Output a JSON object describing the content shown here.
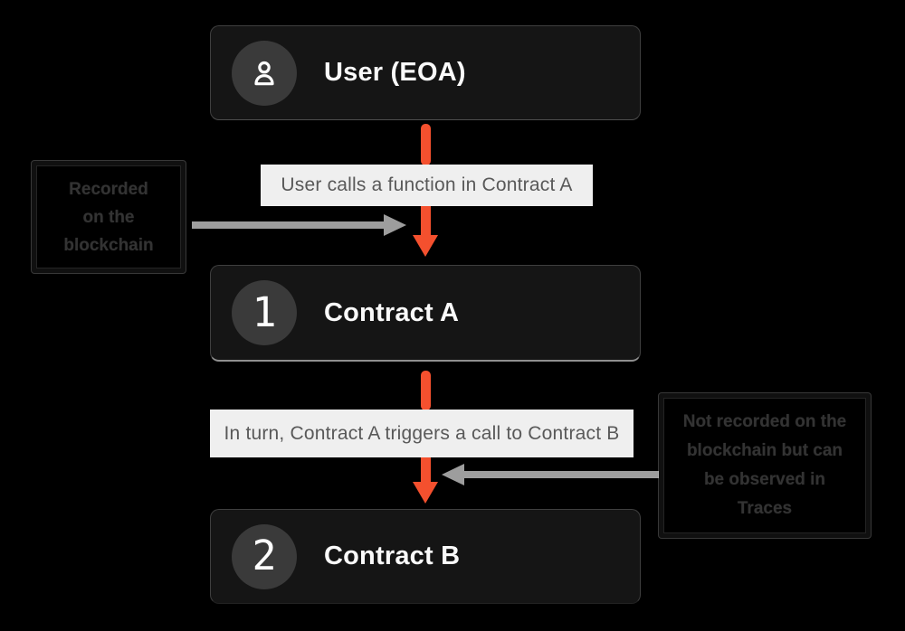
{
  "diagram": {
    "title": "EOA to contract call flow",
    "type": "flow-diagram"
  },
  "nodes": [
    {
      "id": "user-eoa",
      "title": "User (EOA)",
      "badge": "user-icon"
    },
    {
      "id": "contract-a",
      "title": "Contract A",
      "badge": "1"
    },
    {
      "id": "contract-b",
      "title": "Contract B",
      "badge": "2"
    }
  ],
  "edges": [
    {
      "from": "user-eoa",
      "to": "contract-a",
      "label": "User calls a function in Contract A"
    },
    {
      "from": "contract-a",
      "to": "contract-b",
      "label": "In turn, Contract A triggers a call to Contract B"
    }
  ],
  "notes": [
    {
      "side": "left",
      "text": "Recorded on the blockchain",
      "lines": [
        "Recorded",
        "on the",
        "blockchain"
      ]
    },
    {
      "side": "right",
      "text": "Not recorded on the blockchain but can be observed in Traces",
      "lines": [
        "Not recorded on the",
        "blockchain but can",
        "be observed in",
        "Traces"
      ]
    }
  ],
  "colors": {
    "background": "#000000",
    "node_background": "#151515",
    "node_text": "#fafafa",
    "badge_circle": "#3a3a3a",
    "flow_arrow_orange": "#f4502e",
    "annotation_arrow_gray": "#9d9d9d",
    "edge_label_background": "#efefef",
    "edge_label_text": "#595959",
    "note_text": "#333333"
  }
}
